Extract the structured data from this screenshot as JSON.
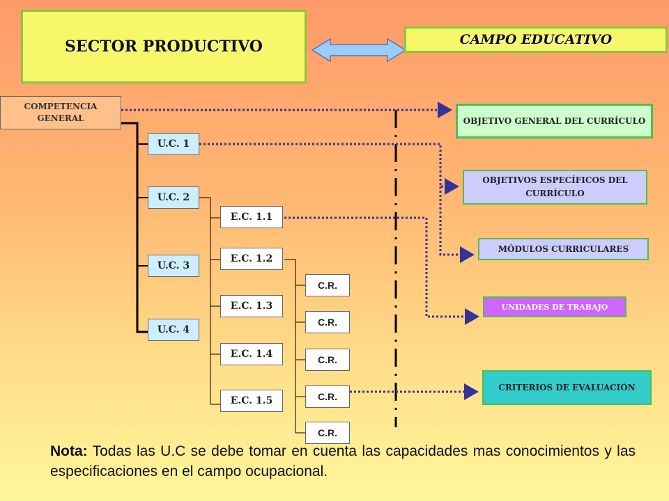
{
  "header": {
    "sector": "SECTOR PRODUCTIVO",
    "campo": "CAMPO EDUCATIVO"
  },
  "left": {
    "competencia": "COMPETENCIA GENERAL",
    "units": [
      "U.C. 1",
      "U.C. 2",
      "U.C. 3",
      "U.C. 4"
    ],
    "elements": [
      "E.C. 1.1",
      "E.C. 1.2",
      "E.C. 1.3",
      "E.C. 1.4",
      "E.C. 1.5"
    ],
    "criteria": [
      "C.R.",
      "C.R.",
      "C.R.",
      "C.R.",
      "C.R."
    ]
  },
  "right": {
    "objetivo_general": "OBJETIVO GENERAL DEL CURRÍCULO",
    "objetivos_especificos": "OBJETIVOS ESPECÍFICOS DEL CURRÍCULO",
    "modulos": "MÓDULOS CURRICULARES",
    "unidades": "UNIDADES DE TRABAJO",
    "criterios": "CRITERIOS DE EVALUACIÓN"
  },
  "note": {
    "label": "Nota:",
    "text": " Todas las U.C se debe tomar en cuenta las capacidades mas conocimientos y las especificaciones en el campo ocupacional."
  },
  "colors": {
    "connector": "#333399",
    "arrow_fill": "#99ccff",
    "box_border": "#4fbf4f"
  }
}
